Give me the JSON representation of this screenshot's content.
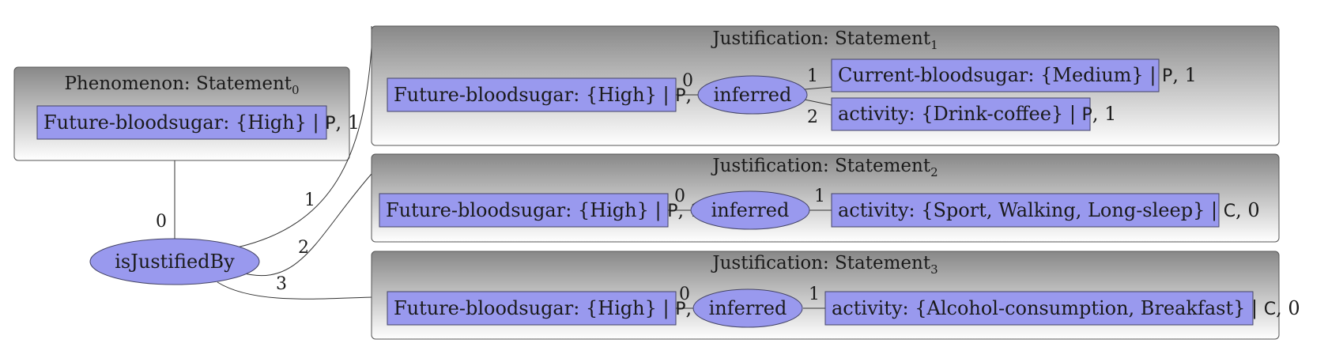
{
  "colors": {
    "node_fill": "#9999ee",
    "node_stroke": "#444466",
    "box_top": "#888888",
    "box_bottom": "#ffffff"
  },
  "phenomenon": {
    "title": "Phenomenon: Statement",
    "title_sub": "0",
    "node": {
      "label": "Future-bloodsugar: {High} | ",
      "mark": "P",
      "weight": ", 1"
    }
  },
  "center": {
    "label": "isJustifiedBy",
    "edge_labels": [
      "0",
      "1",
      "2",
      "3"
    ]
  },
  "justifications": [
    {
      "title": "Justification: Statement",
      "title_sub": "1",
      "left": {
        "label": "Future-bloodsugar: {High} | ",
        "mark": "P",
        "weight": ", 1"
      },
      "inferred": "inferred",
      "edge_labels": [
        "0",
        "1",
        "2"
      ],
      "rights": [
        {
          "label": "Current-bloodsugar: {Medium} | ",
          "mark": "P",
          "weight": ", 1"
        },
        {
          "label": "activity: {Drink-coffee} | ",
          "mark": "P",
          "weight": ", 1"
        }
      ]
    },
    {
      "title": "Justification: Statement",
      "title_sub": "2",
      "left": {
        "label": "Future-bloodsugar: {High} | ",
        "mark": "P",
        "weight": ", 1"
      },
      "inferred": "inferred",
      "edge_labels": [
        "0",
        "1"
      ],
      "rights": [
        {
          "label": "activity: {Sport, Walking, Long-sleep} | ",
          "mark": "C",
          "weight": ", 0"
        }
      ]
    },
    {
      "title": "Justification: Statement",
      "title_sub": "3",
      "left": {
        "label": "Future-bloodsugar: {High} | ",
        "mark": "P",
        "weight": ", 1"
      },
      "inferred": "inferred",
      "edge_labels": [
        "0",
        "1"
      ],
      "rights": [
        {
          "label": "activity: {Alcohol-consumption, Breakfast} | ",
          "mark": "C",
          "weight": ", 0"
        }
      ]
    }
  ]
}
